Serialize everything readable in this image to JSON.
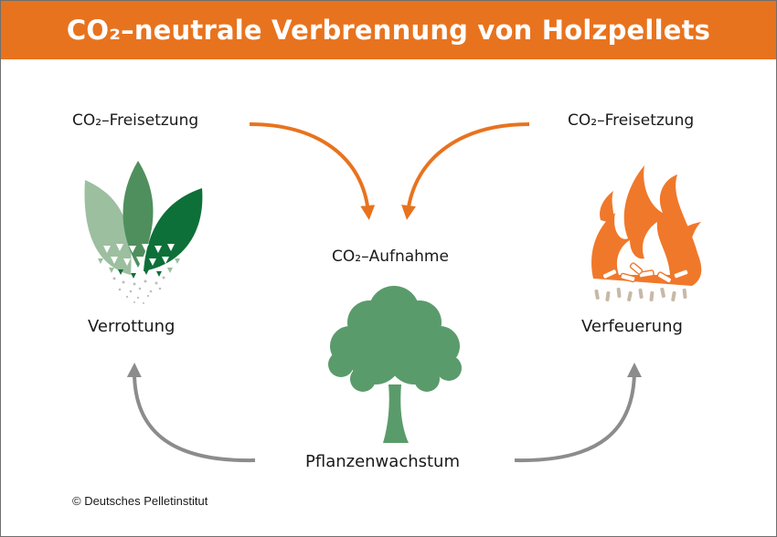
{
  "title": "CO₂–neutrale Verbrennung von Holzpellets",
  "labels": {
    "release_left": "CO₂–Freisetzung",
    "release_right": "CO₂–Freisetzung",
    "absorption": "CO₂–Aufnahme",
    "decomposition": "Verrottung",
    "combustion": "Verfeuerung",
    "growth": "Pflanzenwachstum"
  },
  "credit": "© Deutsches Pelletinstitut",
  "icons": [
    "leaves-icon",
    "tree-icon",
    "fire-icon"
  ],
  "colors": {
    "header": "#e8731e",
    "arrow_orange": "#e8731e",
    "arrow_gray": "#8c8c8c",
    "tree": "#5a9b6b",
    "leaf_light": "#9cbf9f",
    "leaf_mid": "#4f8f5e",
    "leaf_dark": "#0d7038",
    "flame": "#f0782a"
  }
}
